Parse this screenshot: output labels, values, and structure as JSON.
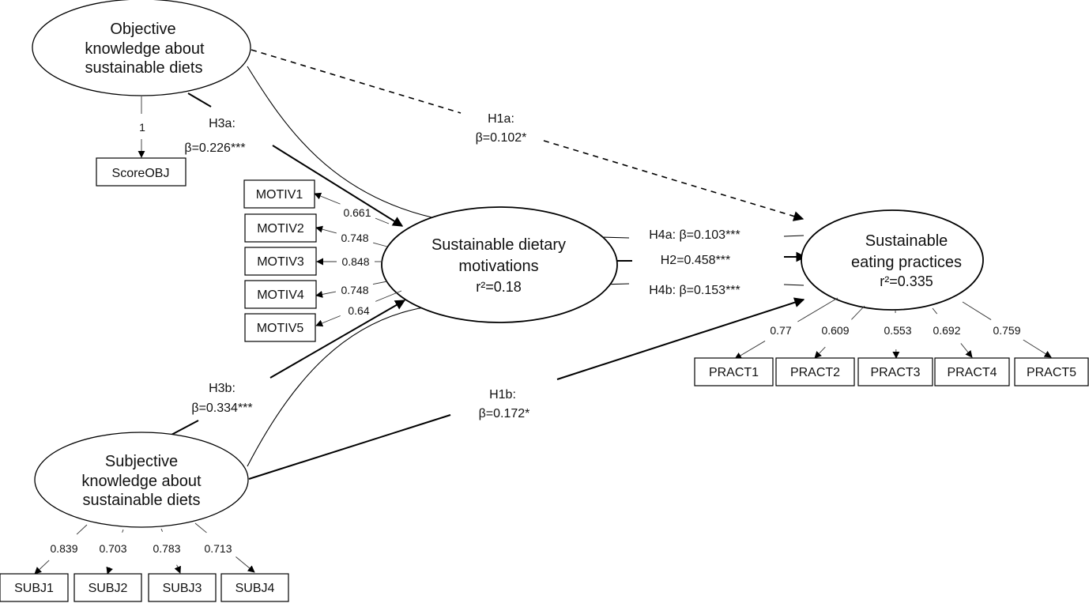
{
  "latents": {
    "objective": {
      "lines": [
        "Objective",
        "knowledge about",
        "sustainable diets"
      ]
    },
    "subjective": {
      "lines": [
        "Subjective",
        "knowledge about",
        "sustainable diets"
      ]
    },
    "motivations": {
      "lines": [
        "Sustainable dietary",
        "motivations"
      ],
      "r2": "r²=0.18"
    },
    "practices": {
      "lines": [
        "Sustainable",
        "eating practices"
      ],
      "r2": "r²=0.335"
    }
  },
  "indicators": {
    "objective": [
      {
        "label": "ScoreOBJ",
        "loading": "1"
      }
    ],
    "motivations": [
      {
        "label": "MOTIV1",
        "loading": "0.661"
      },
      {
        "label": "MOTIV2",
        "loading": "0.748"
      },
      {
        "label": "MOTIV3",
        "loading": "0.848"
      },
      {
        "label": "MOTIV4",
        "loading": "0.748"
      },
      {
        "label": "MOTIV5",
        "loading": "0.64"
      }
    ],
    "practices": [
      {
        "label": "PRACT1",
        "loading": "0.77"
      },
      {
        "label": "PRACT2",
        "loading": "0.609"
      },
      {
        "label": "PRACT3",
        "loading": "0.553"
      },
      {
        "label": "PRACT4",
        "loading": "0.692"
      },
      {
        "label": "PRACT5",
        "loading": "0.759"
      }
    ],
    "subjective": [
      {
        "label": "SUBJ1",
        "loading": "0.839"
      },
      {
        "label": "SUBJ2",
        "loading": "0.703"
      },
      {
        "label": "SUBJ3",
        "loading": "0.783"
      },
      {
        "label": "SUBJ4",
        "loading": "0.713"
      }
    ]
  },
  "paths": {
    "h3a": {
      "line1": "H3a:",
      "line2": "β=0.226***",
      "from": "objective",
      "to": "motivations",
      "style": "solid"
    },
    "h1a": {
      "line1": "H1a:",
      "line2": "β=0.102*",
      "from": "objective",
      "to": "practices",
      "style": "dashed"
    },
    "h3b": {
      "line1": "H3b:",
      "line2": "β=0.334***",
      "from": "subjective",
      "to": "motivations",
      "style": "solid"
    },
    "h1b": {
      "line1": "H1b:",
      "line2": "β=0.172*",
      "from": "subjective",
      "to": "practices",
      "style": "solid"
    },
    "h4a": {
      "label": "H4a: β=0.103***",
      "from": "objective",
      "to": "practices",
      "via": "motivations",
      "style": "mediation"
    },
    "h2": {
      "label": "H2=0.458***",
      "from": "motivations",
      "to": "practices",
      "style": "solid"
    },
    "h4b": {
      "label": "H4b: β=0.153***",
      "from": "subjective",
      "to": "practices",
      "via": "motivations",
      "style": "mediation"
    }
  }
}
